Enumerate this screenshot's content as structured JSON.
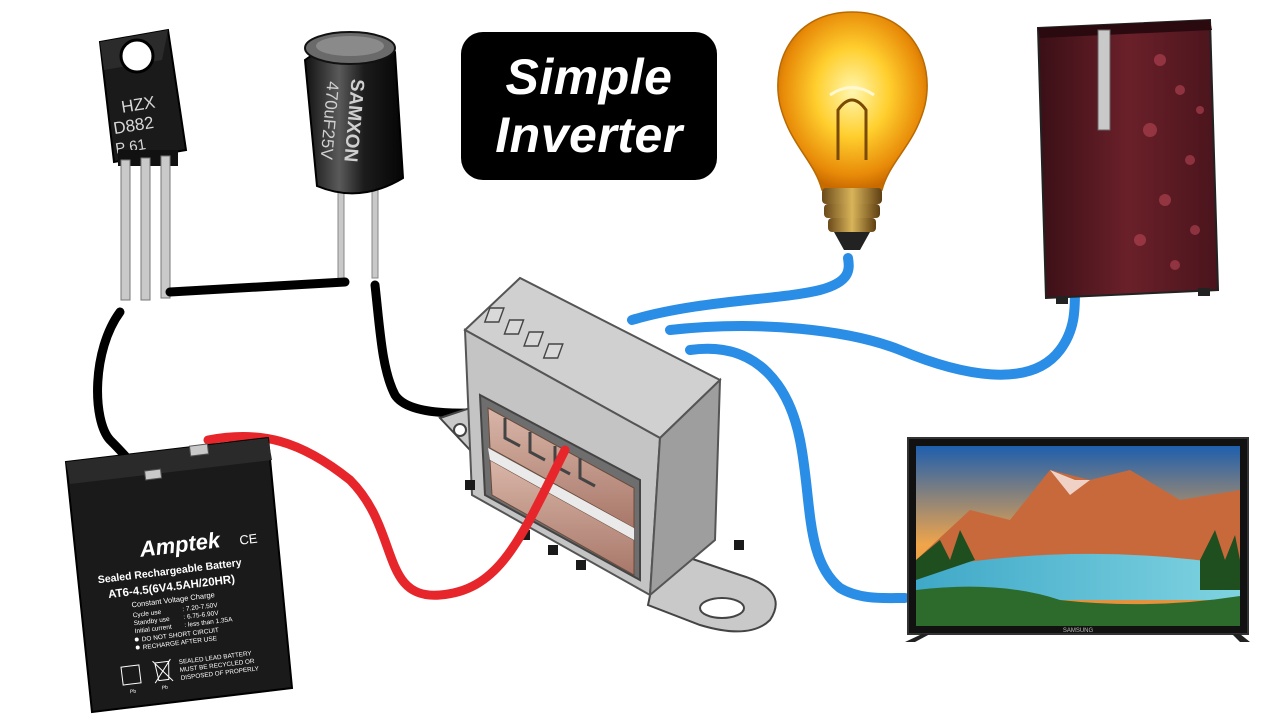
{
  "title": {
    "line1": "Simple",
    "line2": "Inverter"
  },
  "transistor": {
    "brand": "HZX",
    "part": "D882",
    "code": "P   61"
  },
  "capacitor": {
    "brand": "SAMXON",
    "rating": "470uF25V"
  },
  "battery": {
    "brand": "Amptek",
    "ce_mark": "CE",
    "subtitle": "Sealed Rechargeable Battery",
    "model": "AT6-4.5(6V4.5AH/20HR)",
    "charge_title": "Constant Voltage Charge",
    "spec_cycle_label": "Cycle use",
    "spec_cycle_value": ": 7.20-7.50V",
    "spec_standby_label": "Standby use",
    "spec_standby_value": ": 6.75-6.90V",
    "spec_current_label": "Initial current",
    "spec_current_value": ": less than 1.35A",
    "warn1": "DO NOT SHORT CIRCUIT",
    "warn2": "RECHARGE AFTER USE",
    "recycle1": "SEALED LEAD BATTERY",
    "recycle2": "MUST BE RECYCLED OR",
    "recycle3": "DISPOSED OF PROPERLY",
    "pb1": "Pb",
    "pb2": "Pb"
  },
  "tv": {
    "brand": "SAMSUNG"
  },
  "colors": {
    "wire_black": "#000000",
    "wire_red": "#e6262b",
    "wire_blue": "#2a8de6",
    "fridge": "#5a1b22",
    "transformer": "#b0b0b0"
  }
}
